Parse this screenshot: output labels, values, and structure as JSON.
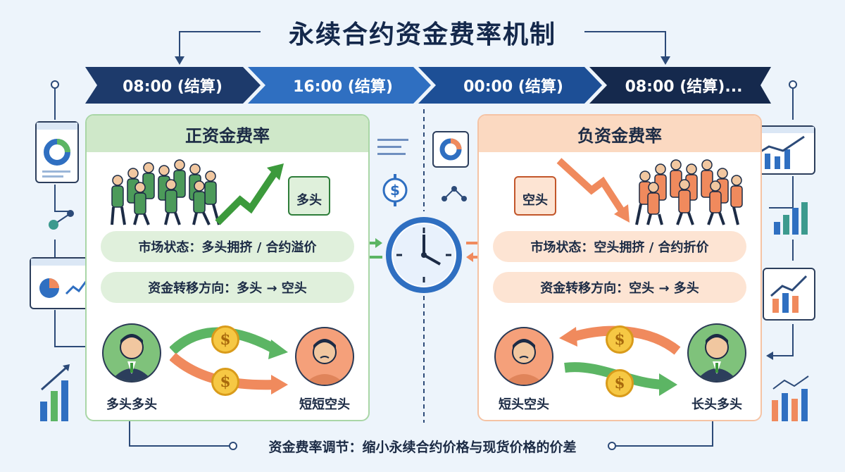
{
  "title": "永续合约资金费率机制",
  "timeline": [
    "08:00 (结算)",
    "16:00 (结算)",
    "00:00 (结算)",
    "08:00 (结算)..."
  ],
  "positive": {
    "heading": "正资金费率",
    "calendar": "多头",
    "market_state": "市场状态：多头拥挤 / 合约溢价",
    "transfer": "资金转移方向：多头 → 空头",
    "payer": "多头多头",
    "receiver": "短短空头"
  },
  "negative": {
    "heading": "负资金费率",
    "calendar": "空头",
    "market_state": "市场状态：空头拥挤 / 合约折价",
    "transfer": "资金转移方向：空头 → 多头",
    "payer": "短头空头",
    "receiver": "长头多头"
  },
  "coin_symbol": "$",
  "footer": "资金费率调节：缩小永续合约价格与现货价格的价差",
  "colors": {
    "navy": "#14284b",
    "blue": "#2f6fc1",
    "green": "#5cb564",
    "orange": "#f08a5d"
  }
}
